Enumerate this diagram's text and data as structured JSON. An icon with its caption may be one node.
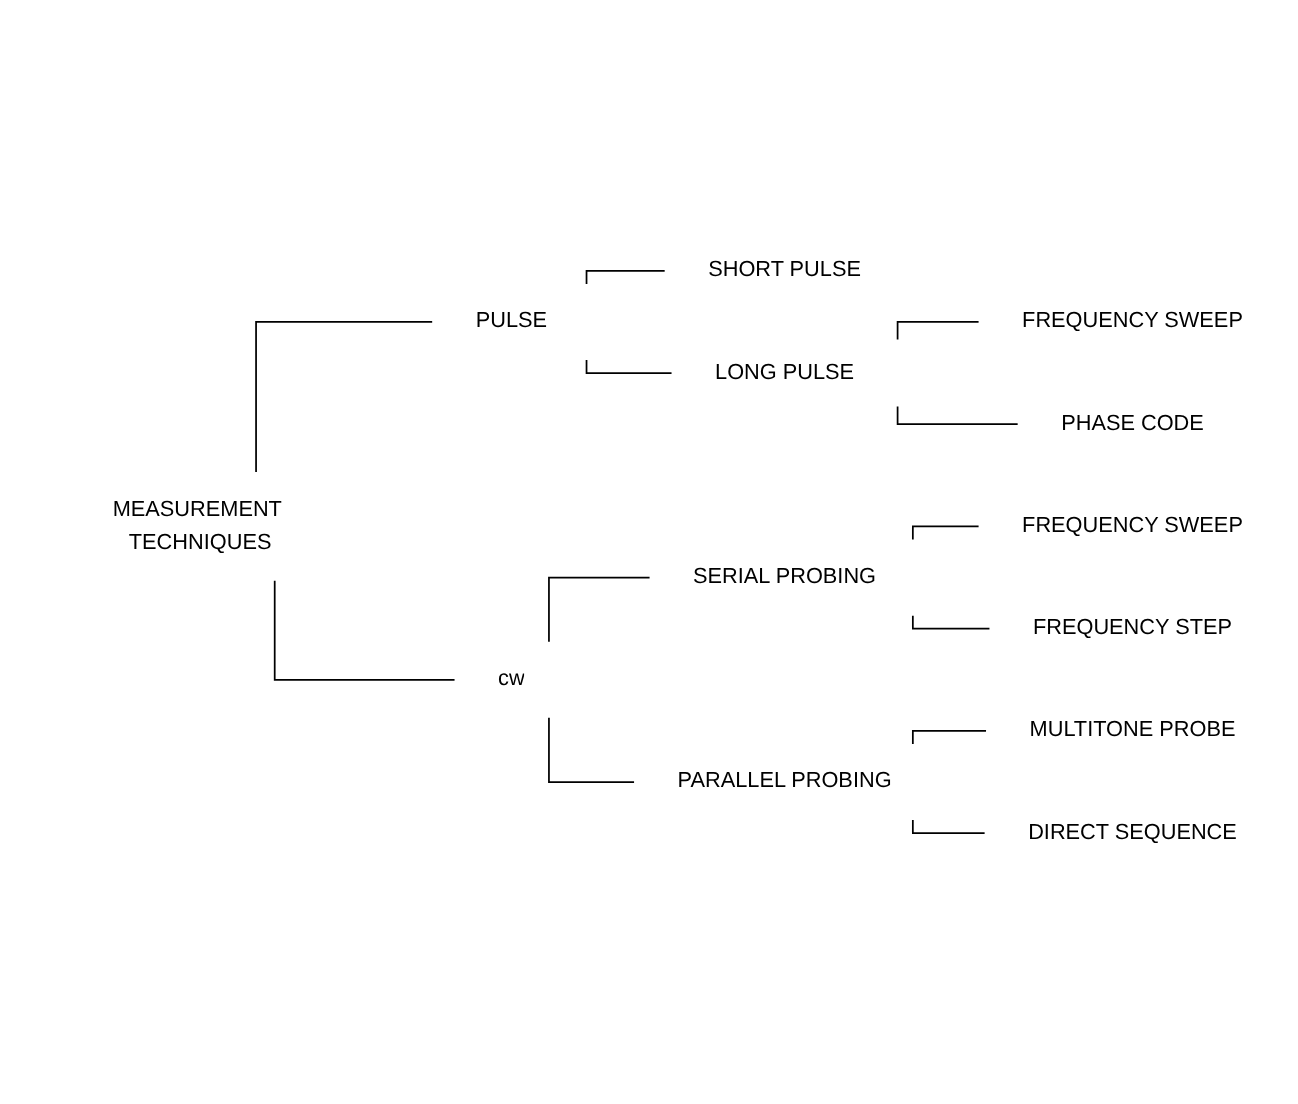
{
  "diagram": {
    "nodes": [
      {
        "text": [
          "MEASUREMENT TECHNIQUES"
        ]
      },
      {
        "text": [
          "PULSE"
        ]
      },
      {
        "text": [
          "SHORT PULSE"
        ]
      },
      {
        "text": [
          "LONG PULSE"
        ]
      },
      {
        "text": [
          "FREQUENCY SWEEP"
        ]
      },
      {
        "text": [
          "PHASE CODE"
        ]
      },
      {
        "text": [
          "cw"
        ]
      },
      {
        "text": [
          "SERIAL PROBING"
        ]
      },
      {
        "text": [
          "FREQUENCY SWEEP"
        ]
      },
      {
        "text": [
          "FREQUENCY STEP"
        ]
      },
      {
        "text": [
          "PARALLEL PROBING"
        ]
      },
      {
        "text": [
          "MULTITONE PROBE"
        ]
      },
      {
        "text": [
          "DIRECT SEQUENCE"
        ]
      }
    ],
    "edges": [
      {
        "from": 0,
        "to": 1,
        "arrow": "none"
      },
      {
        "from": 0,
        "to": 6,
        "arrow": "none"
      },
      {
        "from": 1,
        "to": 2,
        "arrow": "none"
      },
      {
        "from": 1,
        "to": 3,
        "arrow": "none"
      },
      {
        "from": 3,
        "to": 4,
        "arrow": "none"
      },
      {
        "from": 3,
        "to": 5,
        "arrow": "none"
      },
      {
        "from": 6,
        "to": 7,
        "arrow": "none"
      },
      {
        "from": 6,
        "to": 10,
        "arrow": "none"
      },
      {
        "from": 7,
        "to": 8,
        "arrow": "none"
      },
      {
        "from": 7,
        "to": 9,
        "arrow": "none"
      },
      {
        "from": 10,
        "to": 11,
        "arrow": "none"
      },
      {
        "from": 10,
        "to": 12,
        "arrow": "none"
      }
    ]
  }
}
